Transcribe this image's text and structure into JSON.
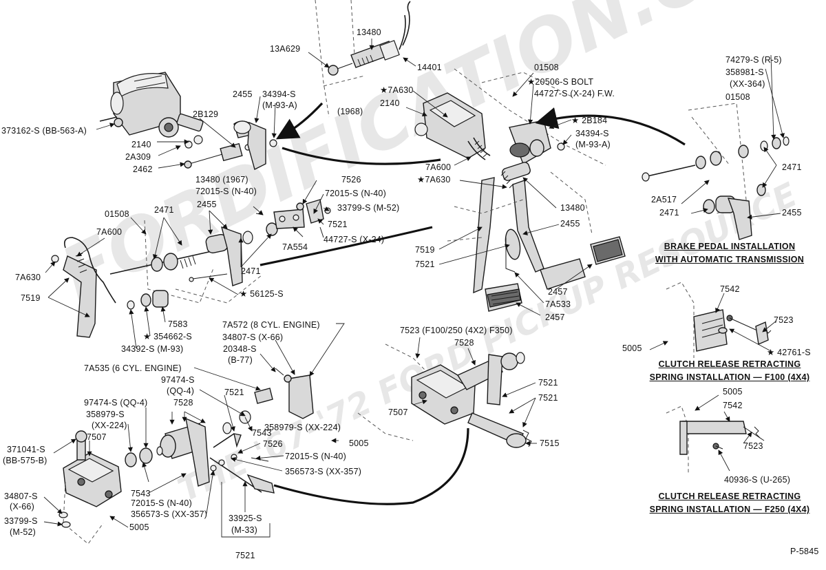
{
  "watermark": {
    "line1": "FORDIFICATION.COM",
    "line2": "THE '67-'72 FORD PICKUP RESOURCE"
  },
  "figure_id": "P-5845",
  "captions": {
    "auto": [
      "BRAKE PEDAL INSTALLATION",
      "WITH AUTOMATIC TRANSMISSION"
    ],
    "f100": [
      "CLUTCH RELEASE RETRACTING",
      "SPRING INSTALLATION — F100 (4X4)"
    ],
    "f250": [
      "CLUTCH RELEASE RETRACTING",
      "SPRING INSTALLATION — F250 (4X4)"
    ]
  },
  "labels": {
    "l13a629": "13A629",
    "l13480_top": "13480",
    "l14401": "14401",
    "l1968": "(1968)",
    "l01508_top": "01508",
    "l7a630_top": "★7A630",
    "l2140_top": "2140",
    "l20506": "★20506-S BOLT",
    "l44727fw": "44727-S (X-24) F.W.",
    "l2b184": "★ 2B184",
    "l34394_r_a": "34394-S",
    "l34394_r_b": "(M-93-A)",
    "l7a600_mid": "7A600",
    "l7a630_mid": "★7A630",
    "l13480_mid": "13480",
    "l2455_mid": "2455",
    "l7519_mid": "7519",
    "l7521_mid": "7521",
    "l2457_a": "2457",
    "l7a533": "7A533",
    "l2457_b": "2457",
    "l2455_tl": "2455",
    "l34394_tl_a": "34394-S",
    "l34394_tl_b": "(M-93-A)",
    "l2b129": "2B129",
    "l373162": "373162-S  (BB-563-A)",
    "l2140_tl": "2140",
    "l2a309": "2A309",
    "l2462": "2462",
    "l13480_1967": "13480 (1967)",
    "l72015_n40_tl": "72015-S  (N-40)",
    "l7526_mid": "7526",
    "l72015_n40_mid": "72015-S  (N-40)",
    "l33799_m52_mid": "33799-S  (M-52)",
    "l7521_mid2": "7521",
    "l44727_x24": "44727-S  (X-24)",
    "l7a554": "7A554",
    "l01508_left": "01508",
    "l2471_left": "2471",
    "l2455_left": "2455",
    "l7a600_left": "7A600",
    "l7a630_left": "7A630",
    "l7519_left": "7519",
    "l2471_left2": "2471",
    "l56125": "★ 56125-S",
    "l7583": "7583",
    "l354662": "★ 354662-S",
    "l34392": "34392-S  (M-93)",
    "l7a572": "7A572  (8 CYL. ENGINE)",
    "l34807_x66": "34807-S  (X-66)",
    "l20348_a": "20348-S",
    "l20348_b": "(B-77)",
    "l7a535": "7A535  (6 CYL. ENGINE)",
    "l97474_a": "97474-S",
    "l97474_b": "(QQ-4)",
    "l7521_c": "7521",
    "l97474_qq4": "97474-S  (QQ-4)",
    "l7528_c": "7528",
    "l358979_a": "358979-S",
    "l358979_b": "(XX-224)",
    "l7507_c": "7507",
    "l371041_a": "371041-S",
    "l371041_b": "(BB-575-B)",
    "l7543_c": "7543",
    "l358979_xx224": "358979-S  (XX-224)",
    "l5005_c": "5005",
    "l7526_c": "7526",
    "l72015_n40_c": "72015-S  (N-40)",
    "l356573_c": "356573-S  (XX-357)",
    "l7543_b": "7543",
    "l72015_n40_b": "72015-S  (N-40)",
    "l356573_b": "356573-S  (XX-357)",
    "l33925_a": "33925-S",
    "l33925_b": "(M-33)",
    "l7521_bottom": "7521",
    "l34807_bl_a": "34807-S",
    "l34807_bl_b": "(X-66)",
    "l33799_bl_a": "33799-S",
    "l33799_bl_b": "(M-52)",
    "l5005_bl": "5005",
    "l7523_top": "7523  (F100/250  (4X2)  F350)",
    "l7528_r": "7528",
    "l7521_r1": "7521",
    "l7521_r2": "7521",
    "l7507_r": "7507",
    "l7515": "7515",
    "l74279": "74279-S  (R-5)",
    "l358981_a": "358981-S",
    "l358981_b": "(XX-364)",
    "l01508_r": "01508",
    "l2471_r1": "2471",
    "l2a517": "2A517",
    "l2471_r2": "2471",
    "l2455_r": "2455",
    "l7542_a": "7542",
    "l7523_a": "7523",
    "l5005_a": "5005",
    "l42761": "★ 42761-S",
    "l5005_b": "5005",
    "l7542_b": "7542",
    "l7523_b": "7523",
    "l40936": "40936-S  (U-265)"
  }
}
